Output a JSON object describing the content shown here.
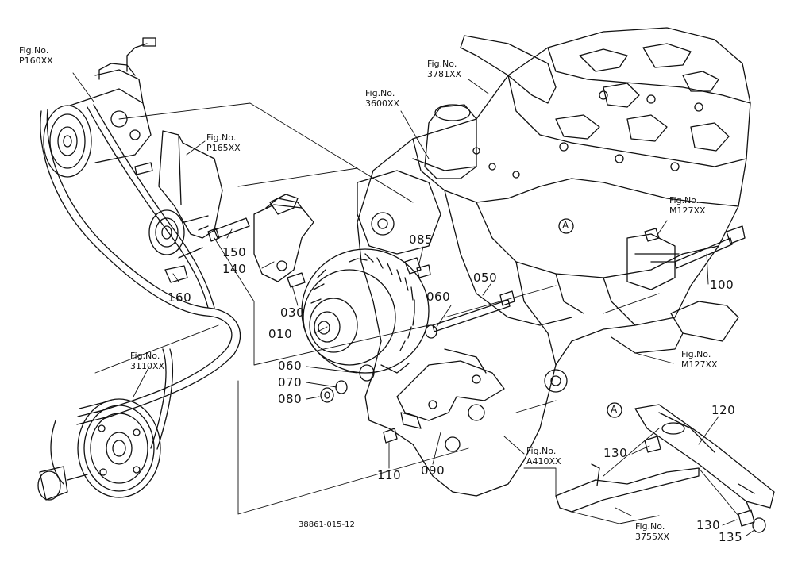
{
  "figure_refs": [
    {
      "line1": "Fig.No.",
      "line2": "P160XX"
    },
    {
      "line1": "Fig.No.",
      "line2": "3781XX"
    },
    {
      "line1": "Fig.No.",
      "line2": "3600XX"
    },
    {
      "line1": "Fig.No.",
      "line2": "P165XX"
    },
    {
      "line1": "Fig.No.",
      "line2": "M127XX"
    },
    {
      "line1": "Fig.No.",
      "line2": "M127XX"
    },
    {
      "line1": "Fig.No.",
      "line2": "3110XX"
    },
    {
      "line1": "Fig.No.",
      "line2": "A410XX"
    },
    {
      "line1": "Fig.No.",
      "line2": "3755XX"
    }
  ],
  "part_numbers": [
    "150",
    "140",
    "160",
    "030",
    "010",
    "085",
    "050",
    "060",
    "100",
    "060",
    "070",
    "080",
    "110",
    "090",
    "120",
    "130",
    "130",
    "135"
  ],
  "circle_marks": [
    "A",
    "A"
  ],
  "drawing_code": "38861-015-12"
}
